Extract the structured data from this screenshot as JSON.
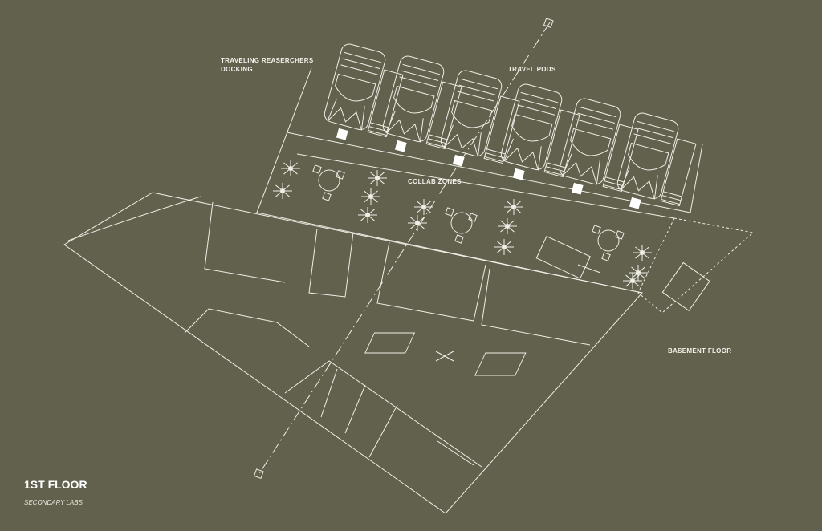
{
  "labels": {
    "docking": "TRAVELING REASERCHERS\nDOCKING",
    "travel_pods": "TRAVEL PODS",
    "collab_zones": "COLLAB ZONES",
    "basement_floor": "BASEMENT FLOOR"
  },
  "title": "1ST FLOOR",
  "subtitle": "SECONDARY LABS",
  "colors": {
    "background": "#62614d",
    "line": "#eeeee6"
  }
}
